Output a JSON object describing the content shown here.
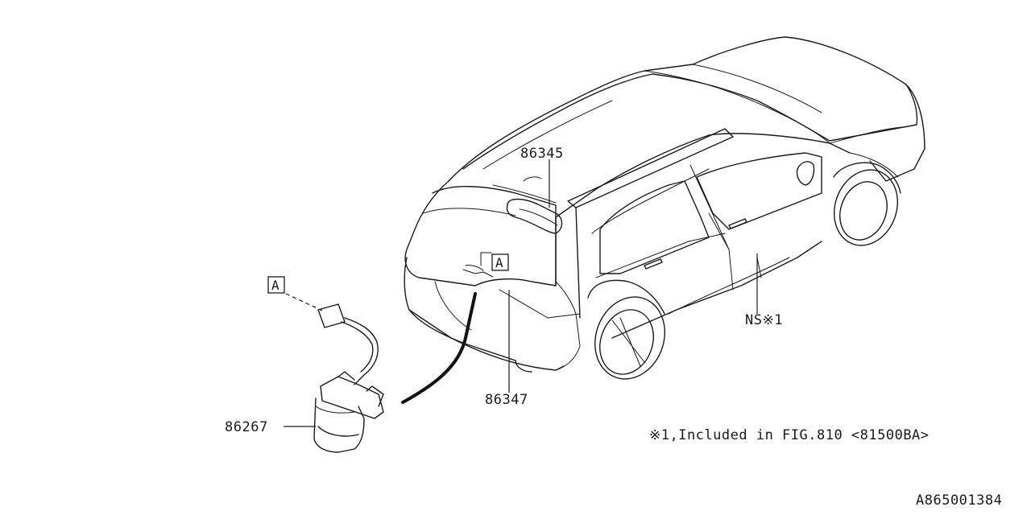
{
  "parts": {
    "p86345": "86345",
    "p86347": "86347",
    "p86267": "86267",
    "ns": "NS※1"
  },
  "ref_markers": {
    "on_car": "A",
    "on_camera": "A"
  },
  "note": "※1,Included in FIG.810 <81500BA>",
  "diagram_id": "A865001384"
}
